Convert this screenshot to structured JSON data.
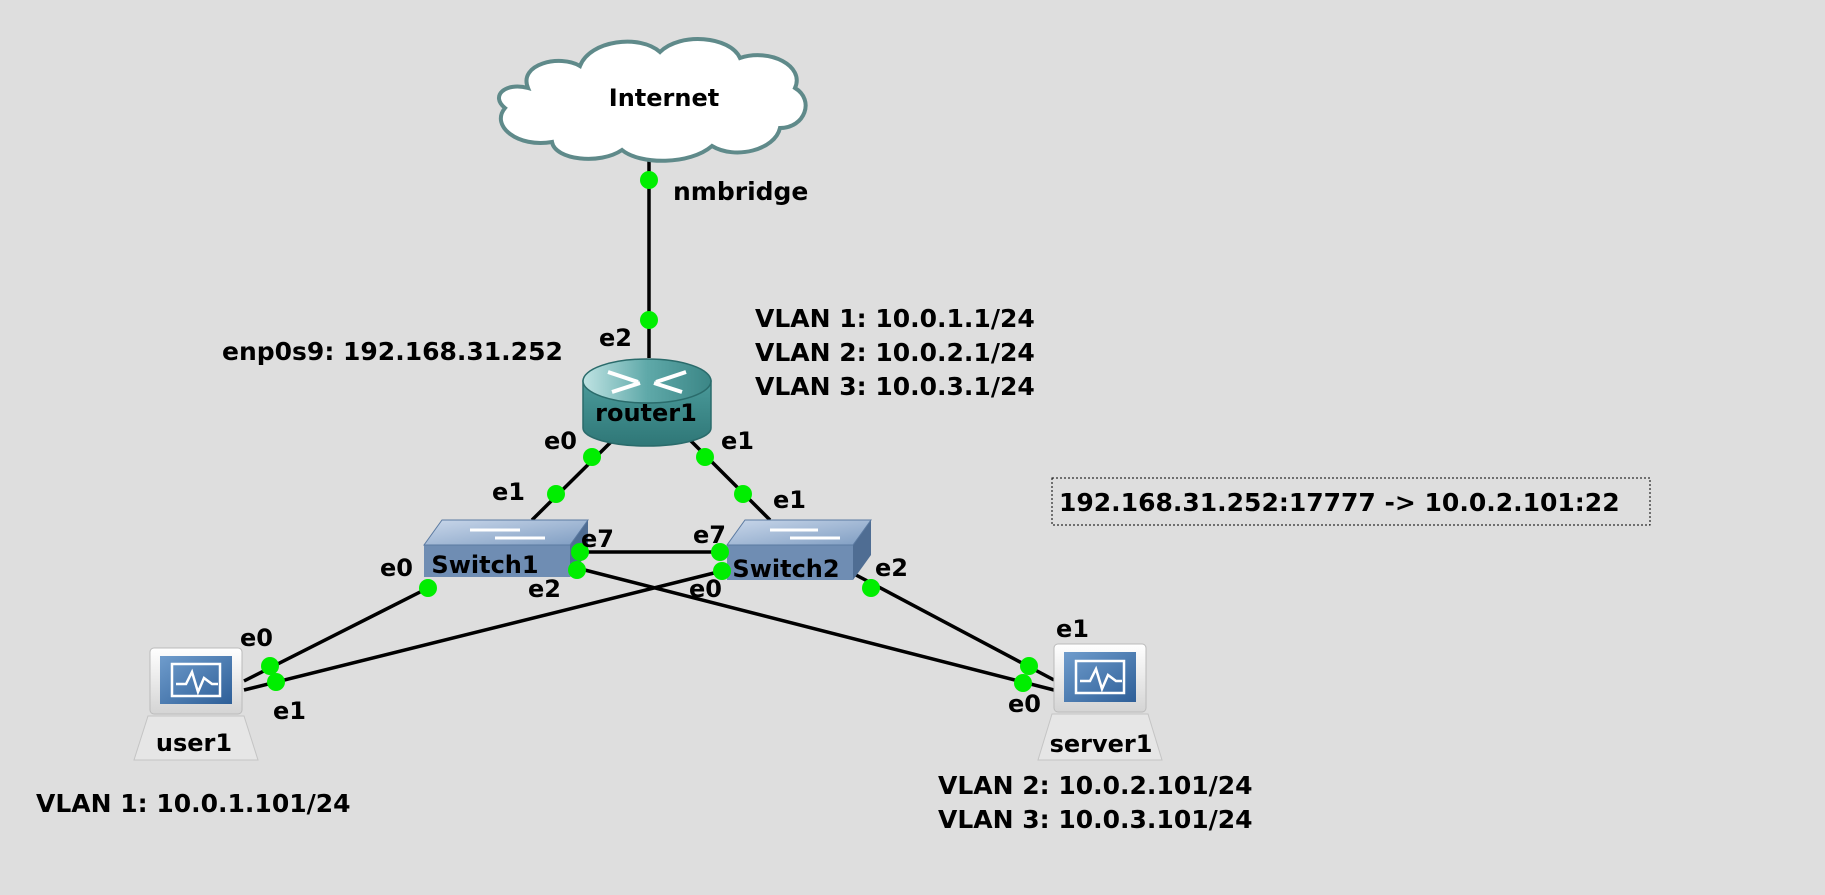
{
  "nodes": {
    "internet": {
      "label": "Internet",
      "icon": "cloud-icon"
    },
    "router1": {
      "label": "router1",
      "icon": "router-icon"
    },
    "switch1": {
      "label": "Switch1",
      "icon": "switch-icon"
    },
    "switch2": {
      "label": "Switch2",
      "icon": "switch-icon"
    },
    "user1": {
      "label": "user1",
      "icon": "workstation-icon"
    },
    "server1": {
      "label": "server1",
      "icon": "workstation-icon"
    }
  },
  "ports": {
    "cloud_nmbridge": "nmbridge",
    "router_e2": "e2",
    "router_e0": "e0",
    "router_e1": "e1",
    "sw1_e1": "e1",
    "sw1_e7": "e7",
    "sw1_e0": "e0",
    "sw1_e2": "e2",
    "sw2_e1": "e1",
    "sw2_e7": "e7",
    "sw2_e0": "e0",
    "sw2_e2": "e2",
    "user_e0": "e0",
    "user_e1": "e1",
    "server_e1": "e1",
    "server_e0": "e0"
  },
  "notes": {
    "router_enp": "enp0s9: 192.168.31.252",
    "router_vlans": [
      "VLAN 1: 10.0.1.1/24",
      "VLAN 2: 10.0.2.1/24",
      "VLAN 3: 10.0.3.1/24"
    ],
    "port_forward": "192.168.31.252:17777 -> 10.0.2.101:22",
    "user_vlan": "VLAN 1: 10.0.1.101/24",
    "server_vlans": [
      "VLAN 2: 10.0.2.101/24",
      "VLAN 3: 10.0.3.101/24"
    ]
  },
  "colors": {
    "background": "#dedede",
    "port_dot": "#00ee00",
    "router": "#3e8f8f",
    "switch": "#7f9fc4"
  }
}
